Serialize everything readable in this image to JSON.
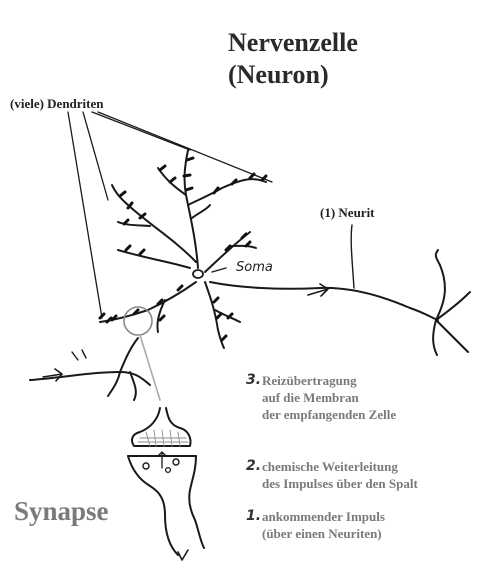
{
  "title": {
    "line1": "Nervenzelle",
    "line2": "(Neuron)"
  },
  "labels": {
    "dendrites": "(viele) Dendriten",
    "neurite": "(1) Neurit",
    "soma": "Soma",
    "synapse": "Synapse"
  },
  "steps": [
    {
      "number": "3.",
      "lines": [
        "Reizübertragung",
        "auf die Membran",
        "der empfangenden Zelle"
      ]
    },
    {
      "number": "2.",
      "lines": [
        "chemische Weiterleitung",
        "des Impulses über den Spalt"
      ]
    },
    {
      "number": "1.",
      "lines": [
        "ankommender Impuls",
        "(über einen Neuriten)"
      ]
    }
  ]
}
